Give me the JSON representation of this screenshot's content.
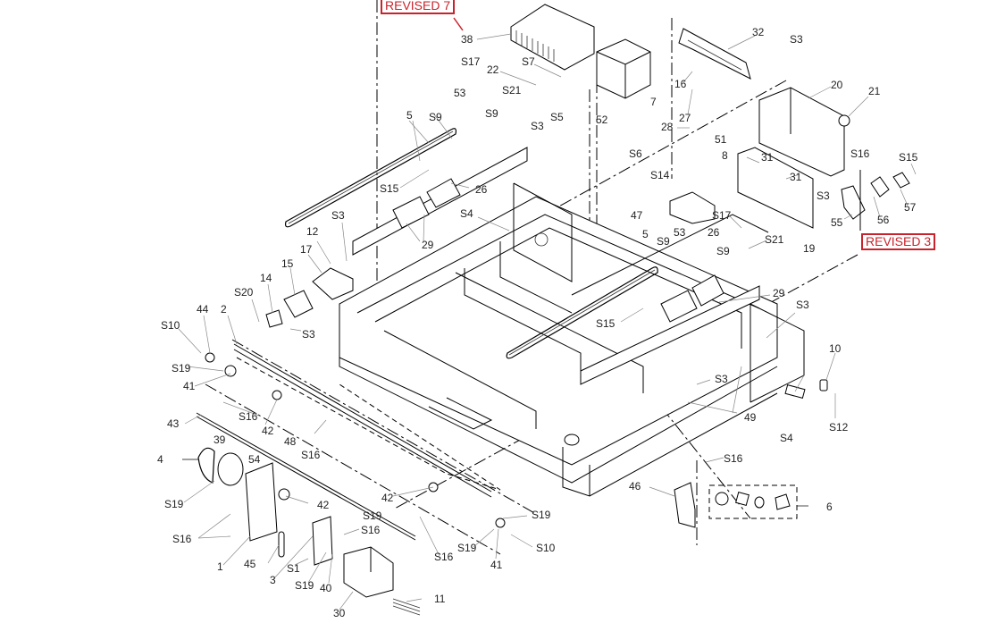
{
  "diagram": {
    "type": "exploded-parts-view",
    "revision_marks": [
      "REVISED 7",
      "REVISED 3"
    ],
    "revision_color": "#c8232c",
    "labels": [
      "38",
      "S17",
      "22",
      "S7",
      "S21",
      "53",
      "5",
      "S9",
      "S9",
      "S3",
      "S5",
      "52",
      "7",
      "32",
      "16",
      "27",
      "28",
      "S3",
      "20",
      "21",
      "51",
      "8",
      "S6",
      "S14",
      "47",
      "S17",
      "31",
      "31",
      "S3",
      "19",
      "S16",
      "S15",
      "56",
      "57",
      "55",
      "S15",
      "26",
      "29",
      "S4",
      "S3",
      "12",
      "17",
      "15",
      "14",
      "S20",
      "S3",
      "44",
      "2",
      "S10",
      "S19",
      "41",
      "5",
      "S9",
      "53",
      "26",
      "S9",
      "S21",
      "29",
      "S15",
      "S3",
      "S3",
      "10",
      "S12",
      "49",
      "S4",
      "S16",
      "42",
      "43",
      "48",
      "S16",
      "39",
      "4",
      "54",
      "S19",
      "42",
      "42",
      "S16",
      "S19",
      "1",
      "45",
      "3",
      "S1",
      "S16",
      "S19",
      "40",
      "S16",
      "30",
      "11",
      "S19",
      "S19",
      "41",
      "S10",
      "S16",
      "46",
      "6"
    ]
  }
}
